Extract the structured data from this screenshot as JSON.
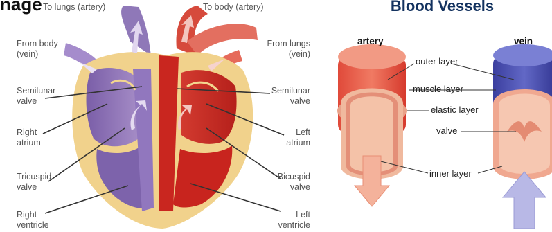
{
  "heart": {
    "title_fragment": "nage",
    "labels": {
      "to_lungs": "To lungs (artery)",
      "to_body": "To body (artery)",
      "from_body": [
        "From body",
        "(vein)"
      ],
      "from_lungs": [
        "From lungs",
        "(vein)"
      ],
      "semilunar_left": [
        "Semilunar",
        "valve"
      ],
      "semilunar_right": [
        "Semilunar",
        "valve"
      ],
      "right_atrium": [
        "Right",
        "atrium"
      ],
      "left_atrium": [
        "Left",
        "atrium"
      ],
      "tricuspid": [
        "Tricuspid",
        "valve"
      ],
      "bicuspid": [
        "Bicuspid",
        "valve"
      ],
      "right_ventricle": [
        "Right",
        "ventricle"
      ],
      "left_ventricle": [
        "Left",
        "ventricle"
      ]
    },
    "colors": {
      "deoxygenated": "#8e6fb3",
      "oxygenated": "#cf2a24",
      "tissue": "#f3d68f"
    }
  },
  "vessels": {
    "title": "Blood Vessels",
    "artery_heading": "artery",
    "vein_heading": "vein",
    "labels": {
      "outer": "outer layer",
      "muscle": "muscle layer",
      "elastic": "elastic layer",
      "valve": "valve",
      "inner": "inner layer"
    },
    "colors": {
      "artery": "#e5483a",
      "vein": "#3f46a6",
      "lining": "#f2b9a0"
    }
  }
}
